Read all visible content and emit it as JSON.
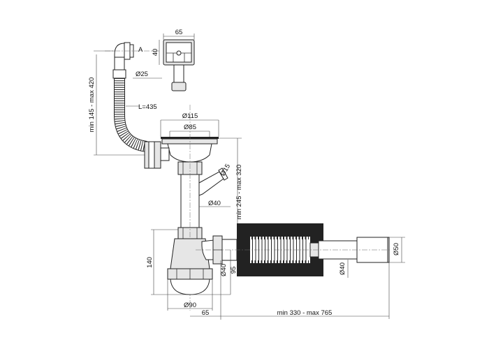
{
  "labels": {
    "overflow_width": "65",
    "overflow_height": "40",
    "view_marker": "A",
    "hose_diameter": "Ø25",
    "overflow_height_range": "min 145 - max 420",
    "hose_length": "L=435",
    "strainer_outer": "Ø115",
    "strainer_inner": "Ø85",
    "side_inlet": "Ø15",
    "trap_height_range": "min 245 - max 320",
    "pipe_diameter": "Ø40",
    "trap_height": "140",
    "outlet_diameter": "Ø40",
    "outlet_height": "95",
    "hose_outlet_diameter": "Ø40",
    "end_diameter": "Ø50",
    "trap_cup": "Ø90",
    "offset": "65",
    "length_range": "min 330 - max 765"
  }
}
